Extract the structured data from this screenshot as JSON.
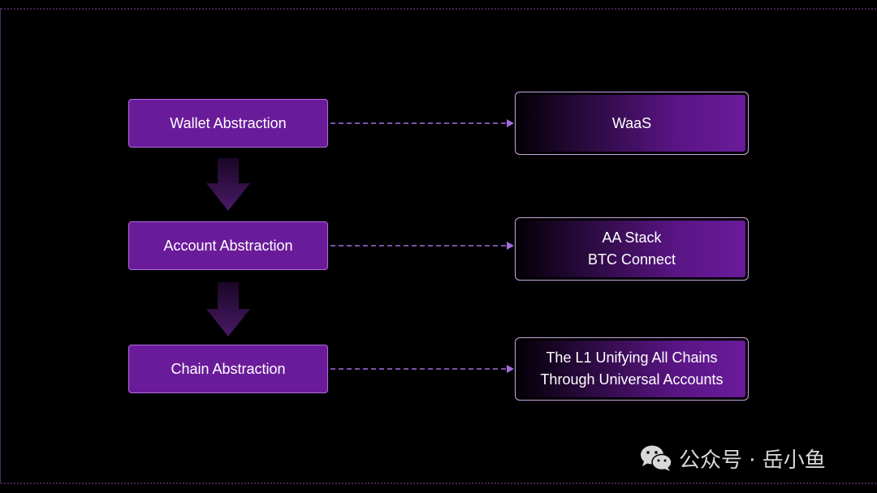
{
  "left_column": [
    {
      "label": "Wallet Abstraction"
    },
    {
      "label": "Account Abstraction"
    },
    {
      "label": "Chain Abstraction"
    }
  ],
  "right_column": [
    {
      "lines": [
        "WaaS"
      ]
    },
    {
      "lines": [
        "AA Stack",
        "BTC Connect"
      ]
    },
    {
      "lines": [
        "The L1 Unifying All Chains",
        "Through Universal Accounts"
      ]
    }
  ],
  "watermark": {
    "icon": "wechat-icon",
    "text": "公众号 · 岳小鱼"
  },
  "colors": {
    "background": "#000000",
    "box_fill": "#6a1b9a",
    "box_border": "#b36be0",
    "right_border": "#c9a6e8",
    "connector": "#a46ee0",
    "down_arrow": "#4a1a66"
  }
}
